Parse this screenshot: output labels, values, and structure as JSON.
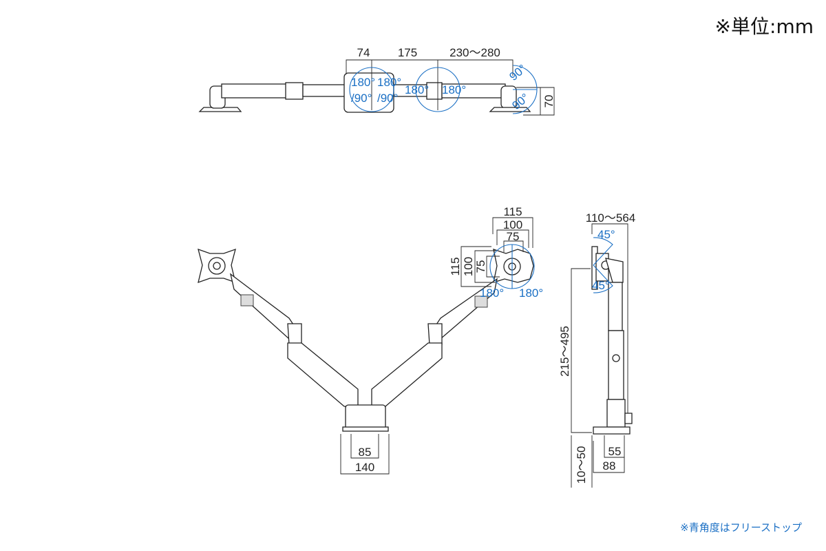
{
  "unit_label": "※単位:mm",
  "footnote": "※青角度はフリーストップ",
  "colors": {
    "dimension": "#222222",
    "free_stop_angle": "#1a6fc4"
  },
  "top_view": {
    "dims": [
      "74",
      "175",
      "230〜280",
      "70"
    ],
    "angles": [
      "180°",
      "180°",
      "/90°",
      "/90°",
      "180°",
      "180°",
      "90°",
      "90°"
    ]
  },
  "front_view": {
    "vesa_h": [
      "115",
      "100",
      "75"
    ],
    "vesa_v": [
      "115",
      "100",
      "75"
    ],
    "angles": [
      "180°",
      "180°"
    ],
    "base_dims": [
      "85",
      "140"
    ]
  },
  "side_view": {
    "reach": "110〜564",
    "height": "215〜495",
    "desk": "10〜50",
    "angles": [
      "45°",
      "45°"
    ],
    "base_dims": [
      "55",
      "88"
    ]
  }
}
